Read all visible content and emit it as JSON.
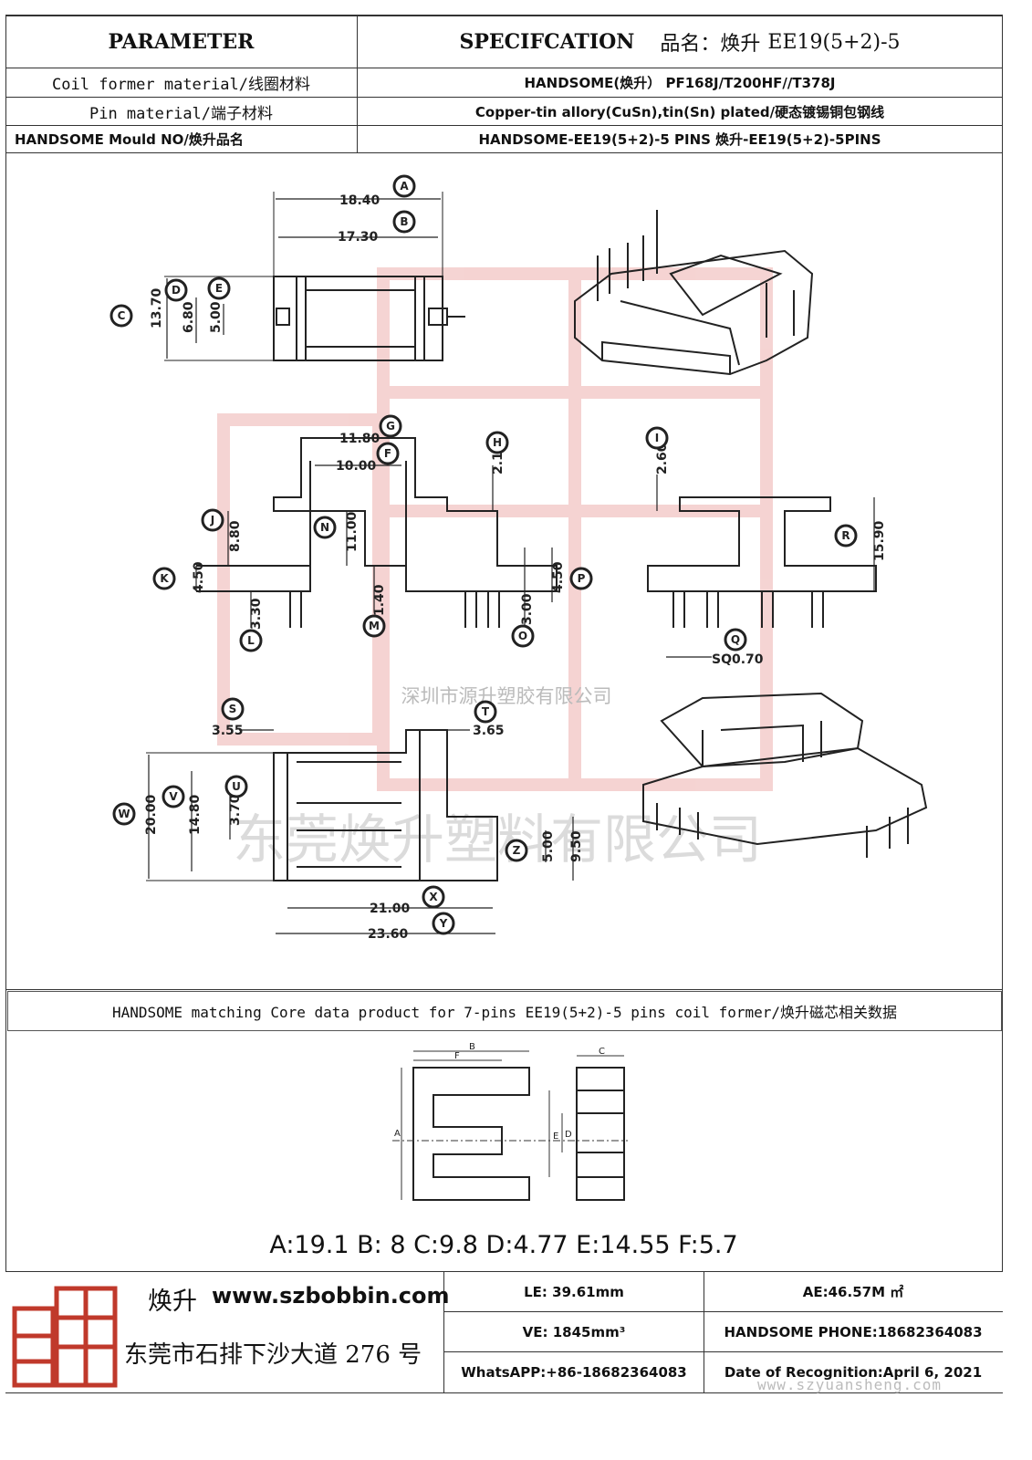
{
  "header": {
    "parameter_title": "PARAMETER",
    "specification_title": "SPECIFCATION",
    "product_name_label": "品名：焕升",
    "product_name_value": "EE19(5+2)-5"
  },
  "spec_rows": [
    {
      "param": "Coil former material/线圈材料",
      "value": "HANDSOME(焕升）  PF168J/T200HF//T378J"
    },
    {
      "param": "Pin material/端子材料",
      "value": "Copper-tin allory(CuSn),tin(Sn) plated/硬态镀锡铜包钢线"
    },
    {
      "param": "HANDSOME Mould NO/焕升品名",
      "value": "HANDSOME-EE19(5+2)-5 PINS   焕升-EE19(5+2)-5PINS"
    }
  ],
  "drawing": {
    "dims": {
      "A": "18.40",
      "B": "17.30",
      "C": "13.70",
      "D": "6.80",
      "E": "5.00",
      "G": "11.80",
      "F": "10.00",
      "H": "2.10",
      "I": "2.60",
      "J": "8.80",
      "N": "11.00",
      "K": "4.50",
      "P": "4.50",
      "L": "3.30",
      "M": "1.40",
      "O": "3.00",
      "R": "15.90",
      "Q": "SQ0.70",
      "S": "3.55",
      "T": "3.65",
      "W": "20.00",
      "V": "14.80",
      "U": "3.70",
      "Z": "5.00",
      "Z2": "9.50",
      "X": "21.00",
      "Y": "23.60"
    },
    "letters": [
      "A",
      "B",
      "C",
      "D",
      "E",
      "F",
      "G",
      "H",
      "I",
      "J",
      "K",
      "L",
      "M",
      "N",
      "O",
      "P",
      "Q",
      "R",
      "S",
      "T",
      "U",
      "V",
      "W",
      "X",
      "Y",
      "Z"
    ],
    "watermark_cn_small": "深圳市源升塑胶有限公司",
    "watermark_cn_big": "东莞焕升塑料有限公司"
  },
  "core": {
    "banner": "HANDSOME matching Core data  product for 7-pins EE19(5+2)-5 pins coil former/焕升磁芯相关数据",
    "values_line": "A:19.1 B: 8 C:9.8 D:4.77 E:14.55 F:5.7",
    "labels": [
      "A",
      "B",
      "C",
      "D",
      "E",
      "F"
    ]
  },
  "footer": {
    "brand_cn": "焕升",
    "website": "www.szbobbin.com",
    "address": "东莞市石排下沙大道 276 号",
    "le": "LE: 39.61mm",
    "ae": "AE:46.57M ㎡",
    "ve": "VE: 1845mm³",
    "phone": "HANDSOME PHONE:18682364083",
    "whatsapp": "WhatsAPP:+86-18682364083",
    "date": "Date of Recognition:April 6, 2021",
    "watermark_url": "www.szyuansheng.com"
  },
  "colors": {
    "watermark_red": "#d9534f",
    "line": "#222222"
  }
}
